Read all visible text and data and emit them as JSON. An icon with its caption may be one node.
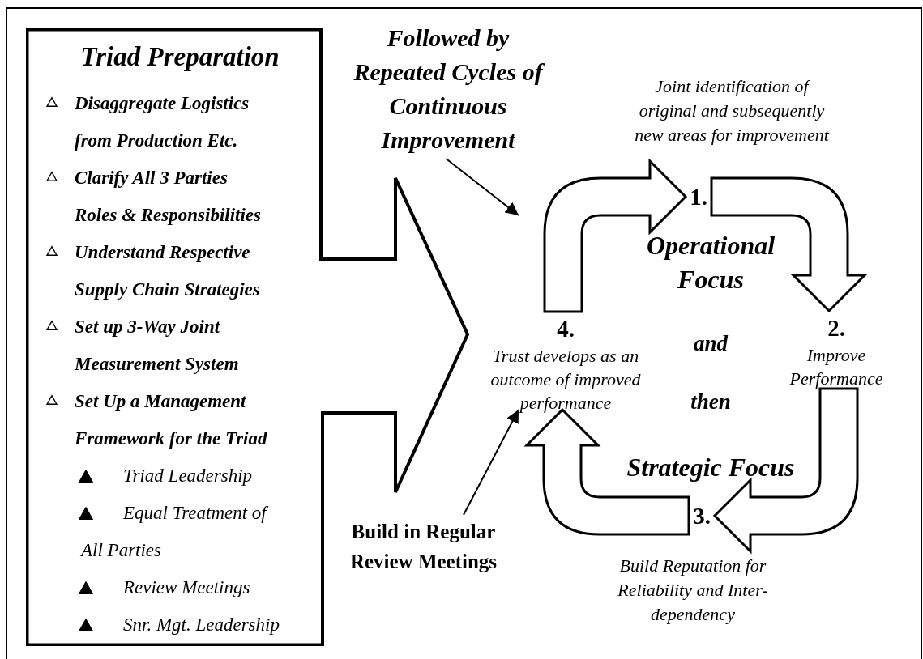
{
  "diagram": {
    "nodes": [
      {
        "text": [
          "Triad Preparation",
          "Disaggregate Logistics from Production Etc.",
          "Clarify All 3 Parties Roles & Responsibilities",
          "Understand Respective Supply Chain Strategies",
          "Set up 3-Way Joint Measurement System",
          "Set Up a Management Framework for the Triad",
          "Triad Leadership",
          "Equal Treatment of All Parties",
          "Review Meetings",
          "Snr. Mgt. Leadership"
        ]
      },
      {
        "text": [
          "Followed by Repeated Cycles of Continuous Improvement"
        ]
      },
      {
        "text": [
          "1."
        ],
        "beside": [
          "Joint identification of original and subsequently new areas for improvement"
        ]
      },
      {
        "text": [
          "4.",
          "Trust develops as an outcome of improved performance"
        ]
      },
      {
        "text": [
          "2.",
          "Improve Performance"
        ]
      },
      {
        "text": [
          "3."
        ],
        "beside": [
          "Build Reputation for Reliability and Inter-dependency"
        ]
      },
      {
        "text": [
          "Build in Regular Review Meetings"
        ]
      }
    ],
    "edges": [
      {
        "from": 1,
        "to": null,
        "arrow": "to"
      },
      {
        "from": 3,
        "to": 2,
        "arrow": "to"
      },
      {
        "from": 2,
        "to": 4,
        "arrow": "to"
      },
      {
        "from": 4,
        "to": 5,
        "arrow": "to"
      },
      {
        "from": 5,
        "to": 3,
        "arrow": "to"
      },
      {
        "from": 6,
        "to": 3,
        "arrow": "to"
      }
    ],
    "labels": [
      "Operational Focus",
      "and",
      "then",
      "Strategic Focus"
    ]
  }
}
